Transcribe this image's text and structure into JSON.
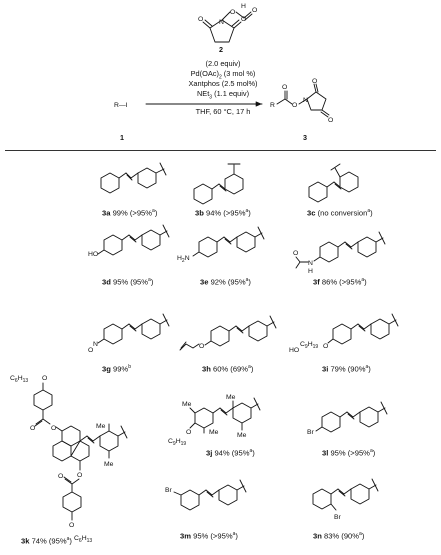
{
  "reagent": {
    "number": "2",
    "atoms": {
      "O": "O",
      "N": "N",
      "H": "H"
    }
  },
  "conditions": {
    "equiv": "(2.0 equiv)",
    "catalyst": "Pd(OAc)",
    "catalyst_sub": "2",
    "catalyst_tail": " (3 mol %)",
    "ligand": "Xantphos (2.5 mol%)",
    "base": "NEt",
    "base_sub": "3",
    "base_tail": " (1.1 equiv)",
    "solvent": "THF, 60 °C, 17 h"
  },
  "reaction": {
    "substrate": "R—I",
    "substrate_number": "1",
    "product_number": "3",
    "product_R": "R"
  },
  "atoms": {
    "HO": "HO",
    "H2N": "H",
    "H2N_sub": "2",
    "H2N_tail": "N",
    "NH": "N",
    "H": "H",
    "O": "O",
    "Br": "Br",
    "Me": "Me",
    "C6H13": "C",
    "C6H13_sub1": "6",
    "C6H13_mid": "H",
    "C6H13_sub2": "13",
    "C9H19": "C",
    "C9H19_sub1": "9",
    "C9H19_mid": "H",
    "C9H19_sub2": "19",
    "HO_prefix": "HO",
    "NO2_N": "N",
    "NO2_O": "O"
  },
  "products": [
    {
      "id": "3a",
      "text": " 99% (>95%",
      "sup": "a",
      "close": ")"
    },
    {
      "id": "3b",
      "text": " 94% (>95%",
      "sup": "a",
      "close": ")"
    },
    {
      "id": "3c",
      "text": " (no conversion",
      "sup": "a",
      "close": ")"
    },
    {
      "id": "3d",
      "text": " 95% (95%",
      "sup": "a",
      "close": ")"
    },
    {
      "id": "3e",
      "text": " 92% (95%",
      "sup": "a",
      "close": ")"
    },
    {
      "id": "3f",
      "text": " 86% (>95%",
      "sup": "a",
      "close": ")"
    },
    {
      "id": "3g",
      "text": " 99%",
      "sup": "b",
      "close": ""
    },
    {
      "id": "3h",
      "text": " 60% (69%",
      "sup": "a",
      "close": ")"
    },
    {
      "id": "3i",
      "text": " 79% (90%",
      "sup": "a",
      "close": ")"
    },
    {
      "id": "3j",
      "text": " 94% (95%",
      "sup": "a",
      "close": ")"
    },
    {
      "id": "3k",
      "text": " 74% (95%",
      "sup": "a",
      "close": ")"
    },
    {
      "id": "3l",
      "text": " 95% (>95%",
      "sup": "a",
      "close": ")"
    },
    {
      "id": "3m",
      "text": " 95% (>95%",
      "sup": "a",
      "close": ")"
    },
    {
      "id": "3n",
      "text": " 83% (90%",
      "sup": "a",
      "close": ")"
    }
  ]
}
